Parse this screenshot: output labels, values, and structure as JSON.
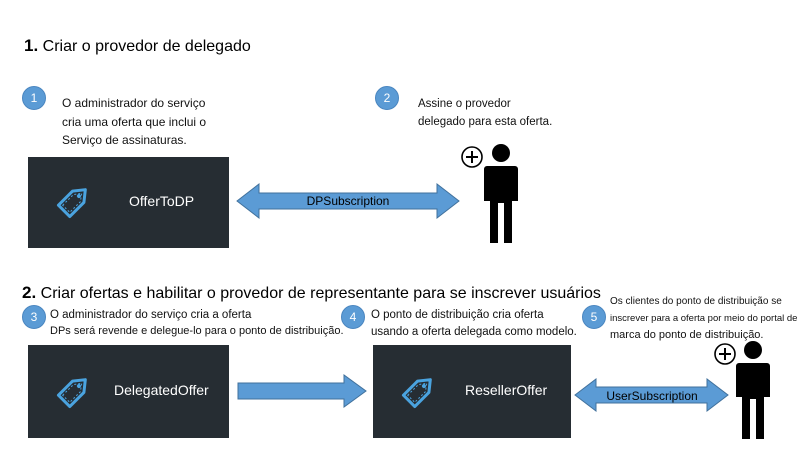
{
  "section1": {
    "number": "1.",
    "title": "Criar o provedor de delegado"
  },
  "section2": {
    "number": "2.",
    "title": "Criar ofertas e habilitar o provedor de representante para se inscrever usuários"
  },
  "steps": [
    {
      "number": "1",
      "text": [
        "O administrador do serviço",
        "cria uma oferta que inclui o",
        "Serviço de assinaturas."
      ]
    },
    {
      "number": "2",
      "text": [
        "Assine o provedor",
        "delegado para esta oferta."
      ]
    },
    {
      "number": "3",
      "text": [
        "O administrador do serviço cria a oferta",
        "DPs será revende e delegue-lo para o ponto de distribuição."
      ]
    },
    {
      "number": "4",
      "text": [
        "O ponto de distribuição cria oferta",
        "usando a oferta delegada como modelo."
      ]
    },
    {
      "number": "5",
      "text": [
        "Os clientes do ponto de distribuição se",
        "inscrever para a oferta por meio do portal de",
        "marca do ponto de distribuição."
      ]
    }
  ],
  "offers": {
    "offer_to_dp": "OfferToDP",
    "delegated_offer": "DelegatedOffer",
    "reseller_offer": "ResellerOffer"
  },
  "connectors": {
    "dp_subscription": "DPSubscription",
    "user_subscription": "UserSubscription"
  },
  "colors": {
    "step_circle": "#5b9bd5",
    "offer_box": "#262d33",
    "arrow_fill": "#5b9bd5",
    "arrow_stroke": "#41719c",
    "tag_icon": "#4aa3df"
  },
  "icons": [
    "tag-icon",
    "person-add-icon"
  ]
}
